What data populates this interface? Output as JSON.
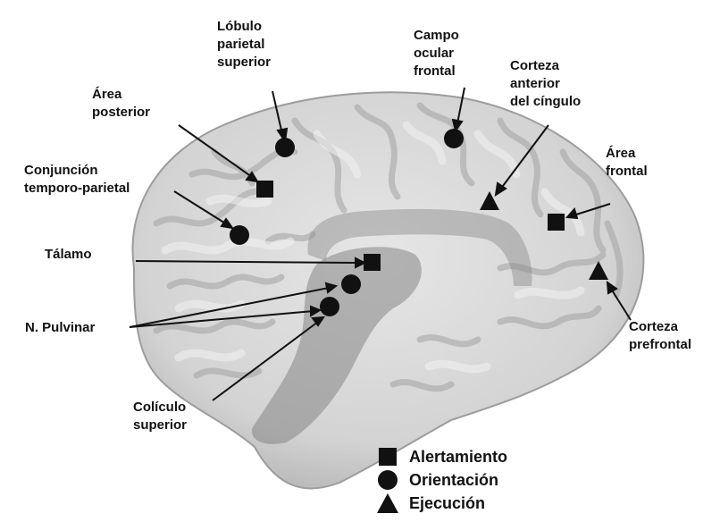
{
  "labels": {
    "lobulo_parietal": "Lóbulo\nparietal\nsuperior",
    "campo_ocular": "Campo\nocular\nfrontal",
    "corteza_cingulo": "Corteza\nanterior\ndel cíngulo",
    "area_posterior": "Área\nposterior",
    "conjuncion": "Conjunción\ntemporo-parietal",
    "area_frontal": "Área\nfrontal",
    "talamo": "Tálamo",
    "pulvinar": "N. Pulvinar",
    "corteza_prefrontal": "Corteza\nprefrontal",
    "coliculo": "Colículo\nsuperior"
  },
  "legend": [
    {
      "symbol": "square",
      "label": "Alertamiento"
    },
    {
      "symbol": "circle",
      "label": "Orientación"
    },
    {
      "symbol": "triangle",
      "label": "Ejecución"
    }
  ],
  "colors": {
    "brain_fill": "#d8d8d8",
    "brain_shadow": "#a9a9a9",
    "gyri": "#ececec",
    "sulci": "#9a9a9a",
    "midline_band": "#8d8d8d",
    "marker": "#111111"
  }
}
